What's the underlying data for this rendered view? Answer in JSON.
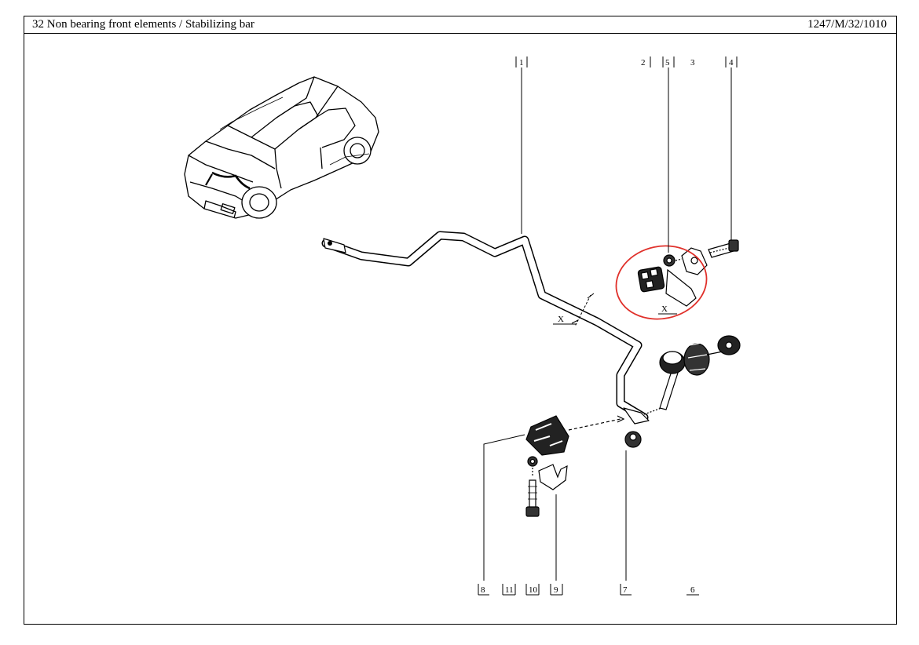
{
  "header": {
    "title": "32 Non bearing front elements / Stabilizing bar",
    "reference": "1247/M/32/1010"
  },
  "callouts": [
    "1",
    "2",
    "5",
    "3",
    "4",
    "8",
    "11",
    "10",
    "9",
    "7",
    "6"
  ],
  "section_marks": [
    "X",
    "X"
  ],
  "highlight_color": "#e0302a"
}
